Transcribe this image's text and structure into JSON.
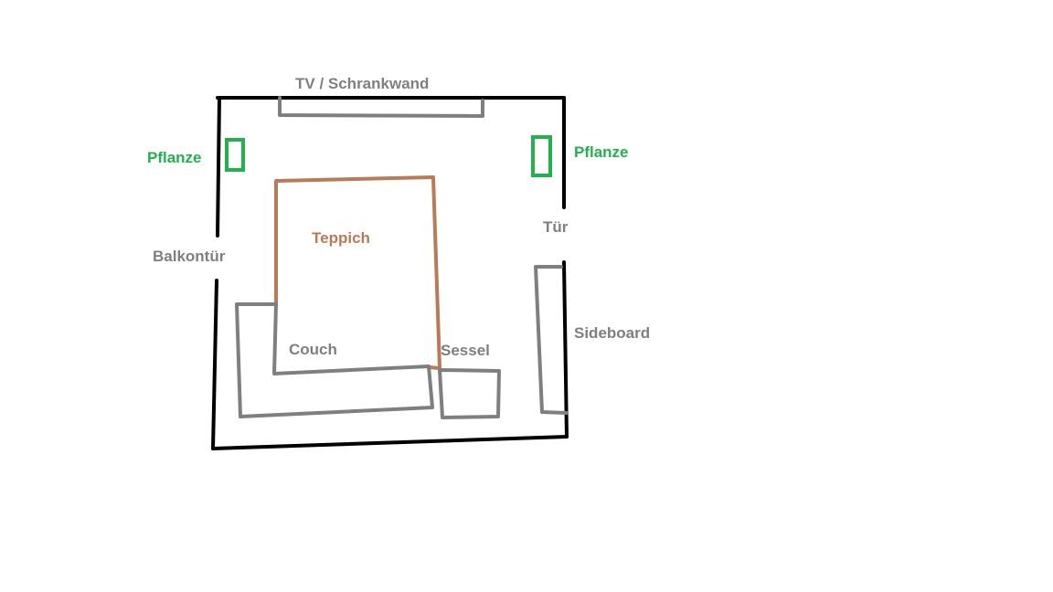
{
  "labels": {
    "tv": "TV / Schrankwand",
    "plant_left": "Pflanze",
    "plant_right": "Pflanze",
    "rug": "Teppich",
    "door": "Tür",
    "balcony_door": "Balkontür",
    "couch": "Couch",
    "armchair": "Sessel",
    "sideboard": "Sideboard"
  },
  "colors": {
    "wall": "#000000",
    "furniture": "#7f7f7f",
    "plant": "#22b14c",
    "rug": "#b97a57"
  }
}
